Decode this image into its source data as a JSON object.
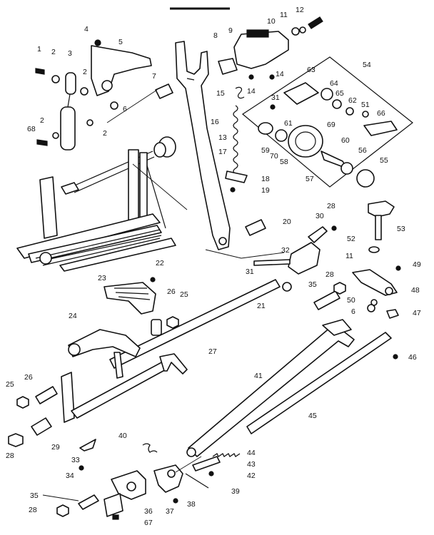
{
  "callouts": [
    {
      "id": "c1",
      "text": "1"
    },
    {
      "id": "c2a",
      "text": "2"
    },
    {
      "id": "c3",
      "text": "3"
    },
    {
      "id": "c4",
      "text": "4"
    },
    {
      "id": "c5",
      "text": "5"
    },
    {
      "id": "c2b",
      "text": "2"
    },
    {
      "id": "c7a",
      "text": "7"
    },
    {
      "id": "c8",
      "text": "8"
    },
    {
      "id": "c9",
      "text": "9"
    },
    {
      "id": "c10",
      "text": "10"
    },
    {
      "id": "c11a",
      "text": "11"
    },
    {
      "id": "c12",
      "text": "12"
    },
    {
      "id": "c14a",
      "text": "14"
    },
    {
      "id": "c14b",
      "text": "14"
    },
    {
      "id": "c15",
      "text": "15"
    },
    {
      "id": "c16",
      "text": "16"
    },
    {
      "id": "c13",
      "text": "13"
    },
    {
      "id": "c17",
      "text": "17"
    },
    {
      "id": "c18",
      "text": "18"
    },
    {
      "id": "c19",
      "text": "19"
    },
    {
      "id": "c6",
      "text": "6"
    },
    {
      "id": "c2c",
      "text": "2"
    },
    {
      "id": "c2d",
      "text": "2"
    },
    {
      "id": "c68",
      "text": "68"
    },
    {
      "id": "c54",
      "text": "54"
    },
    {
      "id": "c63",
      "text": "63"
    },
    {
      "id": "c64",
      "text": "64"
    },
    {
      "id": "c65",
      "text": "65"
    },
    {
      "id": "c62",
      "text": "62"
    },
    {
      "id": "c51",
      "text": "51"
    },
    {
      "id": "c66",
      "text": "66"
    },
    {
      "id": "c31a",
      "text": "31"
    },
    {
      "id": "c61",
      "text": "61"
    },
    {
      "id": "c69",
      "text": "69"
    },
    {
      "id": "c60",
      "text": "60"
    },
    {
      "id": "c59",
      "text": "59"
    },
    {
      "id": "c70",
      "text": "70"
    },
    {
      "id": "c58",
      "text": "58"
    },
    {
      "id": "c57",
      "text": "57"
    },
    {
      "id": "c56",
      "text": "56"
    },
    {
      "id": "c55",
      "text": "55"
    },
    {
      "id": "c53",
      "text": "53"
    },
    {
      "id": "c20",
      "text": "20"
    },
    {
      "id": "c30",
      "text": "30"
    },
    {
      "id": "c28a",
      "text": "28"
    },
    {
      "id": "c32",
      "text": "32"
    },
    {
      "id": "c31b",
      "text": "31"
    },
    {
      "id": "c11b",
      "text": "11"
    },
    {
      "id": "c52",
      "text": "52"
    },
    {
      "id": "c49",
      "text": "49"
    },
    {
      "id": "c48",
      "text": "48"
    },
    {
      "id": "c28b",
      "text": "28"
    },
    {
      "id": "c35a",
      "text": "35"
    },
    {
      "id": "c21",
      "text": "21"
    },
    {
      "id": "c50",
      "text": "50"
    },
    {
      "id": "c6b",
      "text": "6"
    },
    {
      "id": "c47",
      "text": "47"
    },
    {
      "id": "c22",
      "text": "22"
    },
    {
      "id": "c23",
      "text": "23"
    },
    {
      "id": "c26a",
      "text": "26"
    },
    {
      "id": "c25a",
      "text": "25"
    },
    {
      "id": "c24",
      "text": "24"
    },
    {
      "id": "c27",
      "text": "27"
    },
    {
      "id": "c46",
      "text": "46"
    },
    {
      "id": "c41",
      "text": "41"
    },
    {
      "id": "c45",
      "text": "45"
    },
    {
      "id": "c26b",
      "text": "26"
    },
    {
      "id": "c25b",
      "text": "25"
    },
    {
      "id": "c29",
      "text": "29"
    },
    {
      "id": "c28c",
      "text": "28"
    },
    {
      "id": "c40",
      "text": "40"
    },
    {
      "id": "c33",
      "text": "33"
    },
    {
      "id": "c34",
      "text": "34"
    },
    {
      "id": "c44",
      "text": "44"
    },
    {
      "id": "c43",
      "text": "43"
    },
    {
      "id": "c42",
      "text": "42"
    },
    {
      "id": "c39",
      "text": "39"
    },
    {
      "id": "c35b",
      "text": "35"
    },
    {
      "id": "c28d",
      "text": "28"
    },
    {
      "id": "c38",
      "text": "38"
    },
    {
      "id": "c37",
      "text": "37"
    },
    {
      "id": "c36",
      "text": "36"
    },
    {
      "id": "c67",
      "text": "67"
    }
  ]
}
